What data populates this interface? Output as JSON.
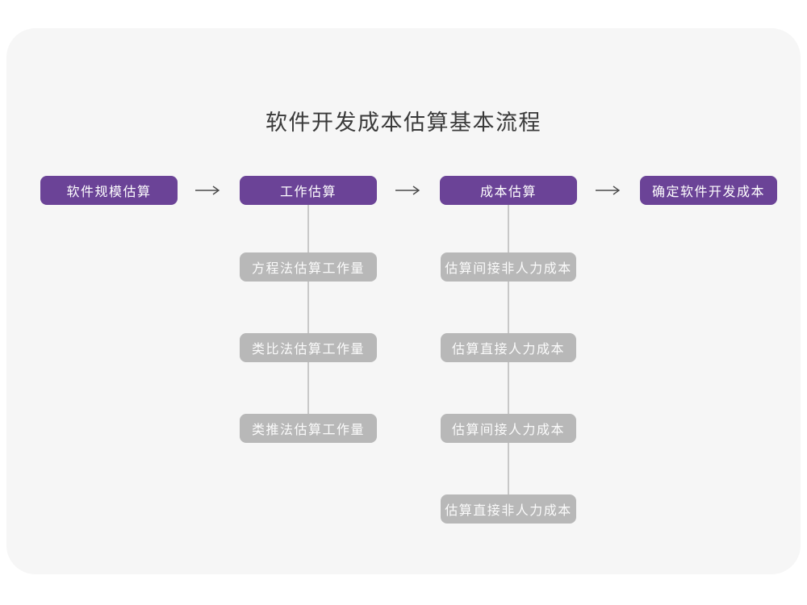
{
  "page": {
    "title": "软件开发成本估算基本流程"
  },
  "colors": {
    "stage_fill": "#6B4397",
    "method_fill": "#B8B8B8",
    "card_background": "#F6F6F6",
    "page_background": "#FFFFFF",
    "connector_line": "#C8C8C8",
    "arrow": "#4A4A4A",
    "title_text": "#3A3A3A",
    "node_text": "#FFFFFF"
  },
  "flowchart": {
    "stages": [
      {
        "label": "软件规模估算"
      },
      {
        "label": "工作估算"
      },
      {
        "label": "成本估算"
      },
      {
        "label": "确定软件开发成本"
      }
    ],
    "work_estimation_methods": [
      {
        "label": "方程法估算工作量"
      },
      {
        "label": "类比法估算工作量"
      },
      {
        "label": "类推法估算工作量"
      }
    ],
    "cost_estimation_steps": [
      {
        "label": "估算间接非人力成本"
      },
      {
        "label": "估算直接人力成本"
      },
      {
        "label": "估算间接人力成本"
      },
      {
        "label": "估算直接非人力成本"
      }
    ]
  }
}
